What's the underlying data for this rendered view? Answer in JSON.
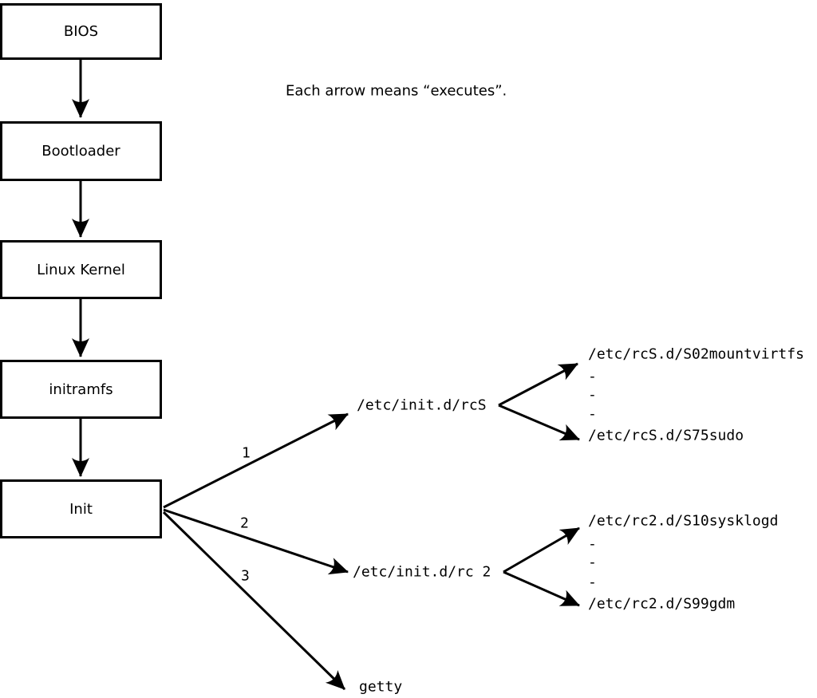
{
  "note": "Each arrow means “executes”.",
  "boxes": [
    {
      "label": "BIOS"
    },
    {
      "label": "Bootloader"
    },
    {
      "label": "Linux Kernel"
    },
    {
      "label": "initramfs"
    },
    {
      "label": "Init"
    }
  ],
  "init_branches": {
    "first_label": "1",
    "second_label": "2",
    "third_label": "3",
    "first_target": "/etc/init.d/rcS",
    "second_target": "/etc/init.d/rc 2",
    "third_target": "getty"
  },
  "rcS_scripts": {
    "first": "/etc/rcS.d/S02mountvirtfs",
    "last": "/etc/rcS.d/S75sudo"
  },
  "rc2_scripts": {
    "first": "/etc/rc2.d/S10sysklogd",
    "last": "/etc/rc2.d/S99gdm"
  },
  "ellipsis_dash": "-",
  "colors": {
    "line": "#000000",
    "background": "#ffffff",
    "box_fill": "#ffffff"
  }
}
